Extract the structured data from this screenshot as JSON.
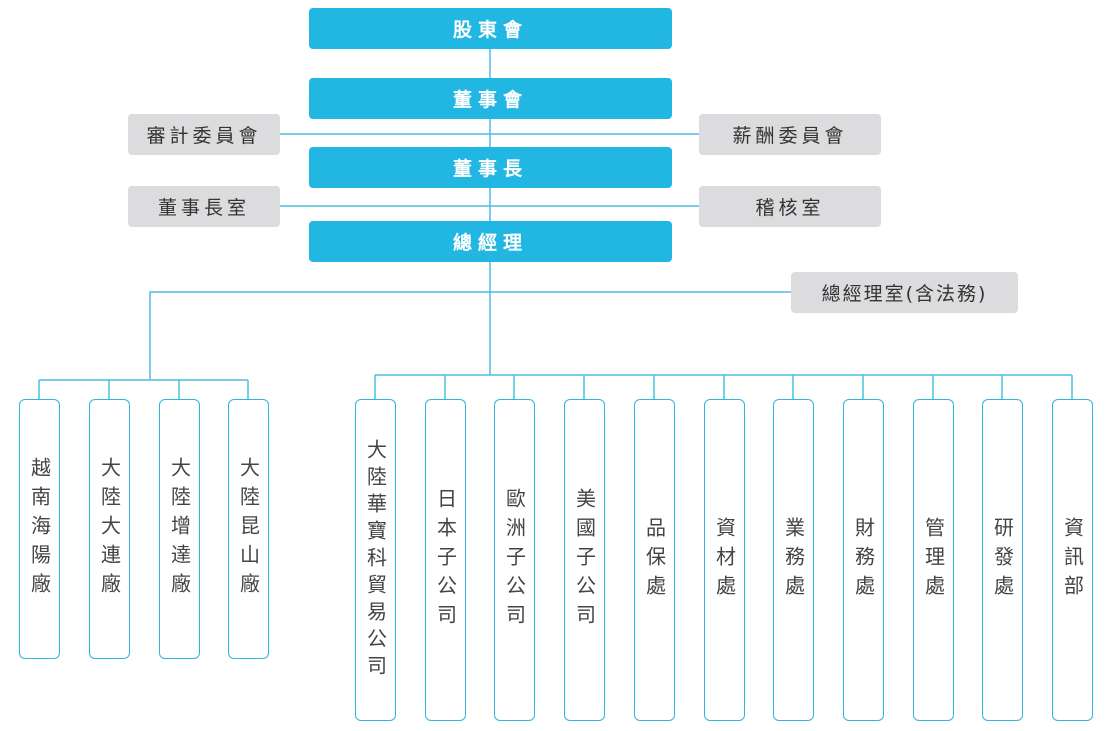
{
  "colors": {
    "main_fill": "#22b6e2",
    "side_fill": "#dcdcdf",
    "line": "#4cbde2",
    "unit_border": "#2fb6dd"
  },
  "top": {
    "shareholders": "股東會",
    "board": "董事會",
    "chairman": "董事長",
    "gm": "總經理"
  },
  "side": {
    "audit_committee": "審計委員會",
    "remuneration_committee": "薪酬委員會",
    "chairman_office": "董事長室",
    "audit_office": "稽核室",
    "gm_office": "總經理室(含法務)"
  },
  "factories": [
    "越南海陽廠",
    "大陸大連廠",
    "大陸增達廠",
    "大陸昆山廠"
  ],
  "departments": [
    "大陸華寶科貿易公司",
    "日本子公司",
    "歐洲子公司",
    "美國子公司",
    "品保處",
    "資材處",
    "業務處",
    "財務處",
    "管理處",
    "研發處",
    "資訊部"
  ]
}
